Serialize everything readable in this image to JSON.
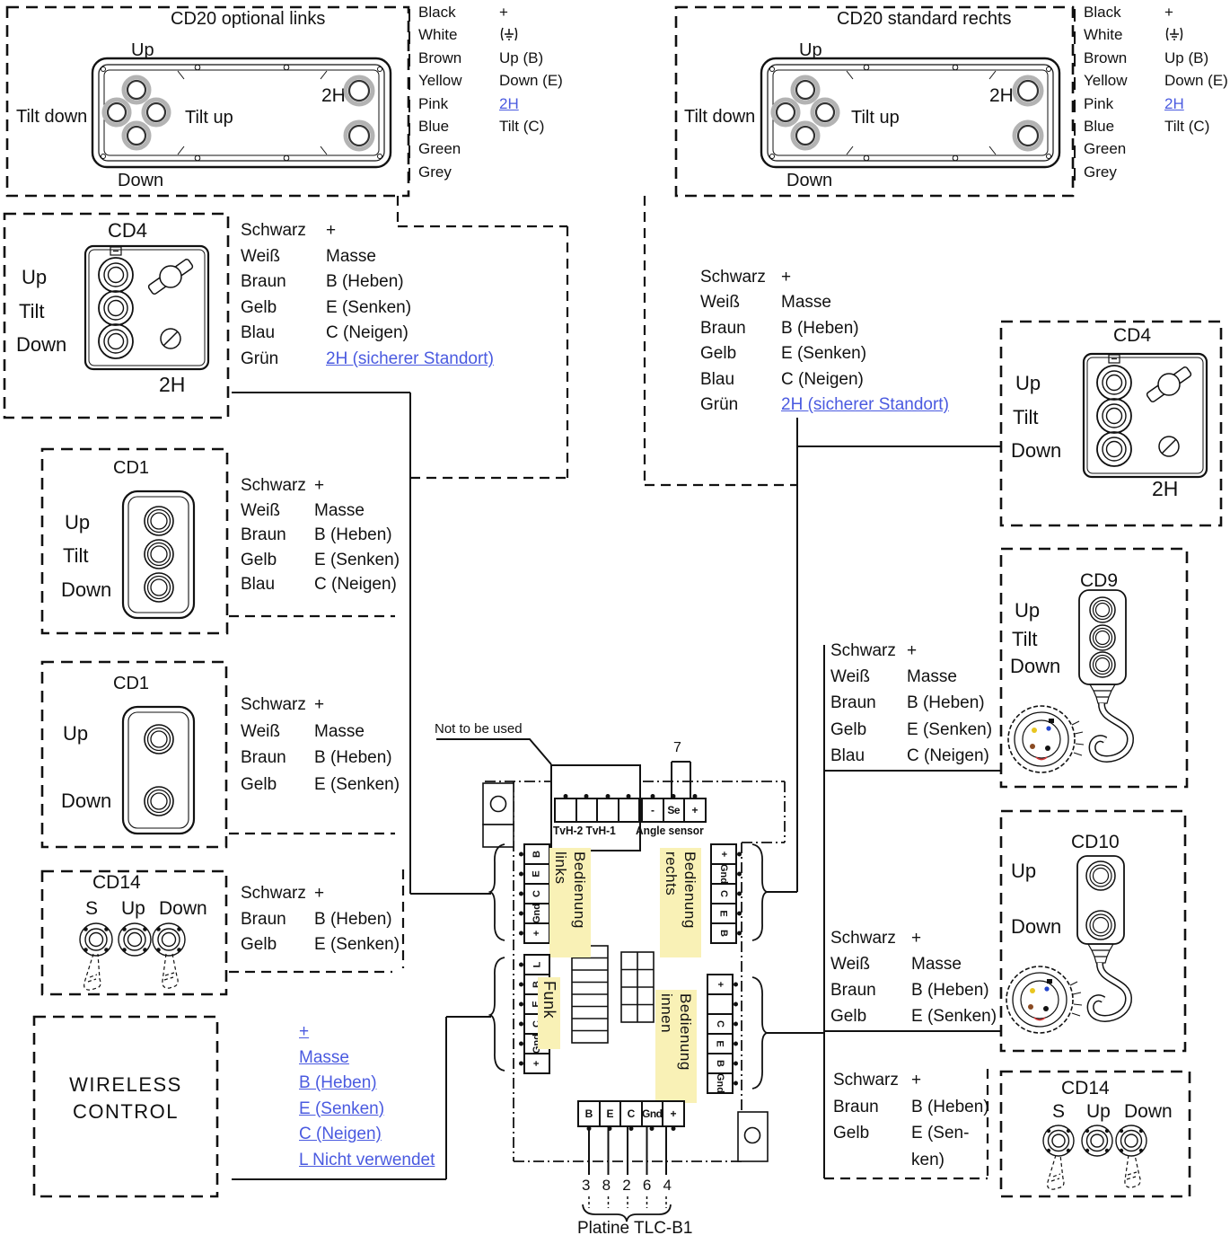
{
  "palette": {
    "link_blue": "#4a5ae0",
    "highlight_yellow": "#f9f1b6",
    "line": "#111111"
  },
  "cd20_left": {
    "title": "CD20  optional links",
    "labels": {
      "up": "Up",
      "tilt_down": "Tilt down",
      "tilt_up": "Tilt up",
      "two_h": "2H",
      "down": "Down"
    },
    "wires": [
      {
        "color": "Black",
        "value": "+"
      },
      {
        "color": "White",
        "value": "(⏚)",
        "ground": true
      },
      {
        "color": "Brown",
        "value": "Up (B)"
      },
      {
        "color": "Yellow",
        "value": "Down (E)"
      },
      {
        "color": "Pink",
        "value": "2H",
        "link": true
      },
      {
        "color": "Blue",
        "value": "Tilt (C)"
      },
      {
        "color": "Green",
        "value": ""
      },
      {
        "color": "Grey",
        "value": ""
      }
    ]
  },
  "cd20_right": {
    "title": "CD20  standard rechts",
    "labels": {
      "up": "Up",
      "tilt_down": "Tilt down",
      "tilt_up": "Tilt up",
      "two_h": "2H",
      "down": "Down"
    },
    "wires": [
      {
        "color": "Black",
        "value": "+"
      },
      {
        "color": "White",
        "value": "(⏚)",
        "ground": true
      },
      {
        "color": "Brown",
        "value": "Up (B)"
      },
      {
        "color": "Yellow",
        "value": "Down (E)"
      },
      {
        "color": "Pink",
        "value": "2H",
        "link": true
      },
      {
        "color": "Blue",
        "value": "Tilt (C)"
      },
      {
        "color": "Green",
        "value": ""
      },
      {
        "color": "Grey",
        "value": ""
      }
    ]
  },
  "cd4_left": {
    "title": "CD4",
    "labels": [
      "Up",
      "Tilt",
      "Down"
    ],
    "two_h": "2H",
    "wires": [
      {
        "color": "Schwarz",
        "value": "+"
      },
      {
        "color": "Weiß",
        "value": "Masse"
      },
      {
        "color": "Braun",
        "value": "B (Heben)"
      },
      {
        "color": "Gelb",
        "value": "E (Senken)"
      },
      {
        "color": "Blau",
        "value": "C (Neigen)"
      },
      {
        "color": "Grün",
        "value": "2H (sicherer Standort)",
        "link": true
      }
    ]
  },
  "cd1_a": {
    "title": "CD1",
    "labels": [
      "Up",
      "Tilt",
      "Down"
    ],
    "wires": [
      {
        "color": "Schwarz",
        "value": "+"
      },
      {
        "color": "Weiß",
        "value": "Masse"
      },
      {
        "color": "Braun",
        "value": "B (Heben)"
      },
      {
        "color": "Gelb",
        "value": "E (Senken)"
      },
      {
        "color": "Blau",
        "value": "C (Neigen)"
      }
    ]
  },
  "cd1_b": {
    "title": "CD1",
    "labels": [
      "Up",
      "Down"
    ],
    "wires": [
      {
        "color": "Schwarz",
        "value": "+"
      },
      {
        "color": "Weiß",
        "value": "Masse"
      },
      {
        "color": "Braun",
        "value": "B (Heben)"
      },
      {
        "color": "Gelb",
        "value": "E (Senken)"
      }
    ]
  },
  "cd14_left": {
    "title": "CD14",
    "switch_labels": [
      "S",
      "Up",
      "Down"
    ],
    "wires": [
      {
        "color": "Schwarz",
        "value": "+"
      },
      {
        "color": "Braun",
        "value": "B (Heben)"
      },
      {
        "color": "Gelb",
        "value": "E (Senken)"
      }
    ]
  },
  "wireless": {
    "title_line1": "WIRELESS",
    "title_line2": "CONTROL",
    "wires": [
      "+",
      "Masse",
      "B (Heben)",
      "E (Senken)",
      "C (Neigen)",
      "L Nicht verwendet"
    ]
  },
  "right_mid": {
    "wires": [
      {
        "color": "Schwarz",
        "value": "+"
      },
      {
        "color": "Weiß",
        "value": "Masse"
      },
      {
        "color": "Braun",
        "value": "B (Heben)"
      },
      {
        "color": "Gelb",
        "value": "E (Senken)"
      },
      {
        "color": "Blau",
        "value": "C (Neigen)"
      },
      {
        "color": "Grün",
        "value": "2H (sicherer Standort)",
        "link": true
      }
    ]
  },
  "cd4_right": {
    "title": "CD4",
    "labels": [
      "Up",
      "Tilt",
      "Down"
    ],
    "two_h": "2H"
  },
  "cd9": {
    "title": "CD9",
    "labels": [
      "Up",
      "Tilt",
      "Down"
    ],
    "wires": [
      {
        "color": "Schwarz",
        "value": "+"
      },
      {
        "color": "Weiß",
        "value": "Masse"
      },
      {
        "color": "Braun",
        "value": "B (Heben)"
      },
      {
        "color": "Gelb",
        "value": "E (Senken)"
      },
      {
        "color": "Blau",
        "value": "C (Neigen)"
      }
    ]
  },
  "cd10": {
    "title": "CD10",
    "labels": [
      "Up",
      "Down"
    ],
    "wires": [
      {
        "color": "Schwarz",
        "value": "+"
      },
      {
        "color": "Weiß",
        "value": "Masse"
      },
      {
        "color": "Braun",
        "value": "B (Heben)"
      },
      {
        "color": "Gelb",
        "value": "E (Senken)"
      }
    ]
  },
  "cd14_right": {
    "title": "CD14",
    "switch_labels": [
      "S",
      "Up",
      "Down"
    ],
    "wires": [
      {
        "color": "Schwarz",
        "value": "+"
      },
      {
        "color": "Braun",
        "value": "B (Heben)"
      },
      {
        "color": "Gelb",
        "value": "E (Sen-"
      },
      {
        "color": "",
        "value": "ken)"
      }
    ]
  },
  "board": {
    "not_to_be_used": "Not to be used",
    "seven": "7",
    "tvh_label": "TvH-2 TvH-1",
    "angle_label": "Angle sensor",
    "angle_terminals": [
      "-",
      "Se",
      "+"
    ],
    "links_label": {
      "line1": "Bedienung",
      "line2": "links"
    },
    "rechts_label": {
      "line1": "Bedienung",
      "line2": "rechts"
    },
    "funk_label": "Funk",
    "innen_label": {
      "line1": "Bedienung",
      "line2": "innen"
    },
    "links_terminals": [
      "B",
      "E",
      "C",
      "Gnd",
      "+"
    ],
    "rechts_terminals": [
      "+",
      "Gnd",
      "C",
      "E",
      "B"
    ],
    "funk_terminals": [
      "L",
      "B",
      "E",
      "C",
      "Gnd",
      "+"
    ],
    "innen_terminals": [
      "+",
      "",
      "C",
      "E",
      "B",
      "Gnd"
    ],
    "bottom_terminals": [
      "B",
      "E",
      "C",
      "Gnd",
      "+"
    ],
    "pin_numbers": [
      "3",
      "8",
      "2",
      "6",
      "4"
    ],
    "platine": "Platine TLC-B1"
  }
}
